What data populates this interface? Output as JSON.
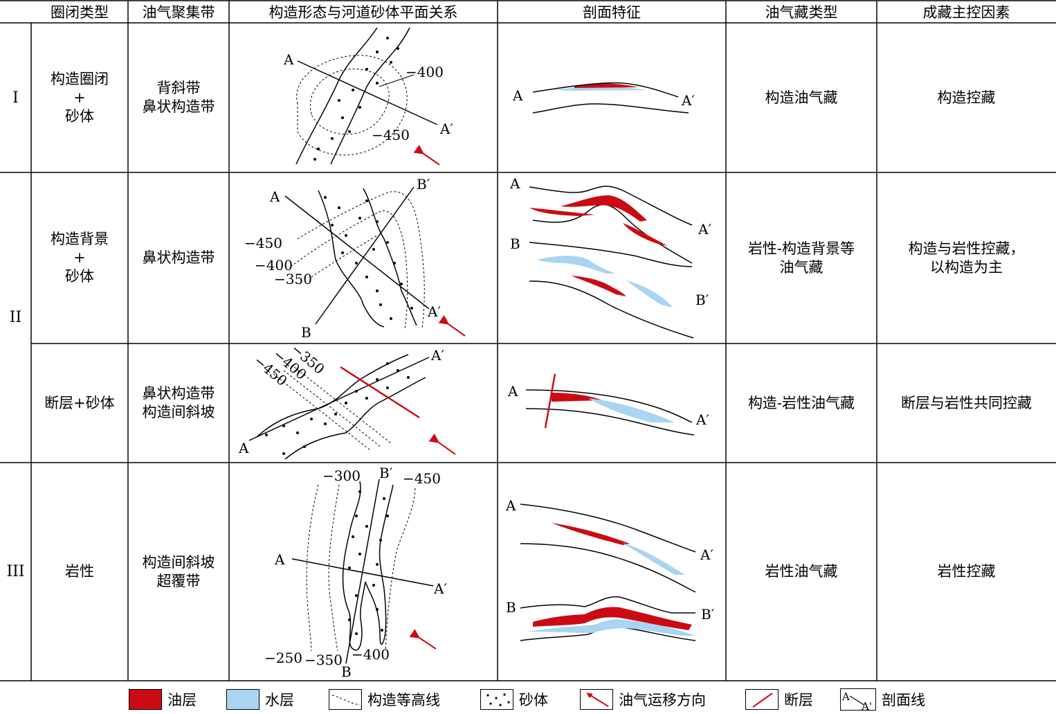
{
  "headers": [
    "圈闭类型",
    "油气聚集带",
    "构造形态与河道砂体平面关系",
    "剖面特征",
    "油气藏类型",
    "成藏主控因素"
  ],
  "rows": [
    {
      "group": "I",
      "trap": [
        "构造圈闭",
        "+",
        "砂体"
      ],
      "zone": [
        "背斜带",
        "鼻状构造带"
      ],
      "reservoir": [
        "构造油气藏"
      ],
      "control": [
        "构造控藏"
      ]
    },
    {
      "group": "II",
      "trap": [
        "构造背景",
        "+",
        "砂体"
      ],
      "zone": [
        "鼻状构造带"
      ],
      "reservoir": [
        "岩性-构造背景等",
        "油气藏"
      ],
      "control": [
        "构造与岩性控藏，",
        "以构造为主"
      ]
    },
    {
      "group": "",
      "trap": [
        "断层+砂体"
      ],
      "zone": [
        "鼻状构造带",
        "构造间斜坡"
      ],
      "reservoir": [
        "构造-岩性油气藏"
      ],
      "control": [
        "断层与岩性共同控藏"
      ]
    },
    {
      "group": "III",
      "trap": [
        "岩性"
      ],
      "zone": [
        "构造间斜坡",
        "超覆带"
      ],
      "reservoir": [
        "岩性油气藏"
      ],
      "control": [
        "岩性控藏"
      ]
    }
  ],
  "plan_labels": {
    "r1": {
      "a": "A",
      "a2": "A′",
      "c1": "−400",
      "c2": "−450"
    },
    "r2": {
      "a": "A",
      "a2": "A′",
      "b": "B",
      "b2": "B′",
      "c1": "−450",
      "c2": "−400",
      "c3": "−350"
    },
    "r3": {
      "a": "A",
      "a2": "A′",
      "c1": "−350",
      "c2": "−400",
      "c3": "−450"
    },
    "r4": {
      "a": "A",
      "a2": "A′",
      "b": "B",
      "b2": "B′",
      "c1": "−300",
      "c2": "−450",
      "c3": "−250",
      "c4": "−350",
      "c5": "−400"
    }
  },
  "section_labels": {
    "r1": {
      "a": "A",
      "a2": "A′"
    },
    "r2": {
      "a": "A",
      "a2": "A′",
      "b": "B",
      "b2": "B′"
    },
    "r3": {
      "a": "A",
      "a2": "A′"
    },
    "r4": {
      "a": "A",
      "a2": "A′",
      "b": "B",
      "b2": "B′"
    }
  },
  "legend": {
    "oil": "油层",
    "water": "水层",
    "contour": "构造等高线",
    "sand": "砂体",
    "migration": "油气运移方向",
    "fault": "断层",
    "section": "剖面线",
    "section_icon_a": "A",
    "section_icon_a2": "A'"
  },
  "colors": {
    "oil": "#cc0a14",
    "water": "#a9d4f2",
    "line": "#000000"
  }
}
